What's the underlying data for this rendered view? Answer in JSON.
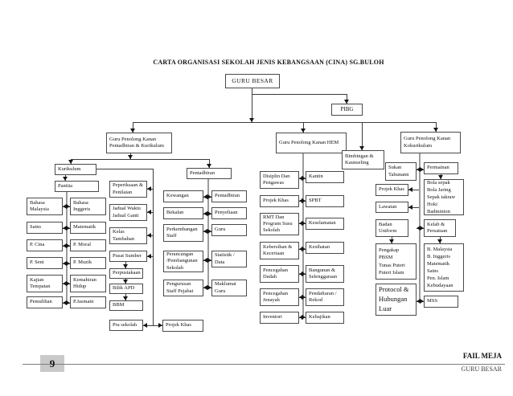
{
  "title": "CARTA ORGANISASI SEKOLAH JENIS KEBANGSAAN (CINA) SG.BULOH",
  "colors": {
    "page_number_highlight": "#c9c9c9",
    "line": "#3c3c3c",
    "spine": "#9c9c9c"
  },
  "org": {
    "guru_besar": "GURU BESAR",
    "pibg": "PIBG",
    "gpk_pentadbiran_kurikulum": "Guru Penolong Kanan Pentadbiran & Kurikulum",
    "gpk_hem": "Guru Penolong Kanan HEM",
    "gpk_kokurikulum": "Guru Penolong Kanan Kokurikulum",
    "bimbingan_kaunseling": "Bimbingan & Kaunseling",
    "kurikulum": {
      "header": "Kurikulum",
      "panitia": "Panitia",
      "panitia_left": [
        "Bahasa Malaysia",
        "Sains",
        "P. Cina",
        "P. Seni",
        "Kajian Tempatan",
        "Pemulihan"
      ],
      "panitia_right": [
        "Bahasa Inggeris",
        "Matematik",
        "P. Moral",
        "P. Muzik",
        "Kemahiran Hidup",
        "P.Jasmani"
      ],
      "units": [
        "Peperiksaan & Penilaian",
        "Jadual Waktu\nJadual Ganti",
        "Kelas Tambahan",
        "Pusat Sumber",
        "Perpustakaan",
        "Bilik APD",
        "BBM",
        "Pra sekolah"
      ]
    },
    "pentadbiran": {
      "header": "Pentadbiran",
      "left": [
        "Kewangan",
        "Bekalan",
        "Perkembangan Staff",
        "Perancangan\n/Pembangunan\nSekolah",
        "Pengurusan Staff Pejabat"
      ],
      "right": [
        "Pentadbiran",
        "Penyeliaan",
        "Guru",
        "Statistik / Data",
        "Maklumat Guru"
      ],
      "projek_khas": "Projek Khas"
    },
    "hem": {
      "left": [
        "Disiplin Dan Pengawas",
        "Projek Khas",
        "RMT Dan\nProgram Susu\nSekolah",
        "Kebersihan & Keceriaan",
        "Pencegahan Dadah",
        "Pencegahan Jenayah",
        "Inventori"
      ],
      "right": [
        "Kantin",
        "SPBT",
        "Keselamatan",
        "Kesihatan",
        "Bangunan & Selenggaraan",
        "Pendaftaran / Rekod",
        "Kebajikan"
      ]
    },
    "kokurikulum": {
      "left": [
        "Sukan Tahunann",
        "Projek Khas",
        "Lawatan",
        "Badan Uniform"
      ],
      "badan_uniform_units": "Pengakap\nPBSM\nTunas Puteri\nPuteri Islam",
      "protocol": "Protocol & Hubungan Luar",
      "right": [
        "Permainan",
        "Kelab & Persatuan",
        "MSS"
      ],
      "permainan_games": "Bola sepak\nBola Jaring\nSepak takraw\nHoki\nBadminton",
      "kelab_units": "B. Malaysia\nB. Inggeris\nMatematik\nSains\nPen. Islam\nKebudayaan"
    }
  },
  "footer": {
    "page_number": "9",
    "doc_label": "FAIL MEJA",
    "doc_sublabel": "GURU BESAR"
  }
}
